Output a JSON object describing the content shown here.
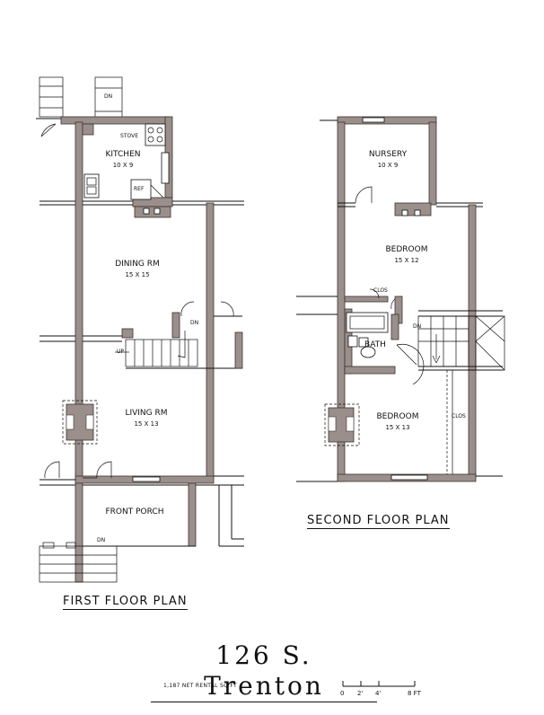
{
  "first_floor": {
    "title": "FIRST FLOOR PLAN",
    "rooms": {
      "kitchen": {
        "name": "KITCHEN",
        "dims": "10 X 9"
      },
      "dining": {
        "name": "DINING RM",
        "dims": "15 X 15"
      },
      "living": {
        "name": "LIVING RM",
        "dims": "15 X 13"
      },
      "porch": {
        "name": "FRONT PORCH"
      }
    },
    "labels": {
      "stove": "STOVE",
      "ref": "REF",
      "dn_top": "DN",
      "dn_stair": "DN",
      "up": "UP",
      "dn_porch": "DN"
    }
  },
  "second_floor": {
    "title": "SECOND FLOOR PLAN",
    "rooms": {
      "nursery": {
        "name": "NURSERY",
        "dims": "10 X 9"
      },
      "bedroom_rear": {
        "name": "BEDROOM",
        "dims": "15 X 12"
      },
      "bath": {
        "name": "BATH"
      },
      "bedroom_front": {
        "name": "BEDROOM",
        "dims": "15 X 13"
      }
    },
    "labels": {
      "clos_top": "CLOS",
      "clos_side": "CLOS",
      "dn": "DN"
    }
  },
  "address": "126 S. Trenton",
  "net_area": "1,187 NET RENTAL SQ FT",
  "scale": {
    "ticks": [
      "0",
      "2'",
      "4'",
      "8 FT"
    ]
  },
  "colors": {
    "wall_fill": "#9a8f8b",
    "wall_stroke": "#3a3230",
    "line": "#111111"
  }
}
